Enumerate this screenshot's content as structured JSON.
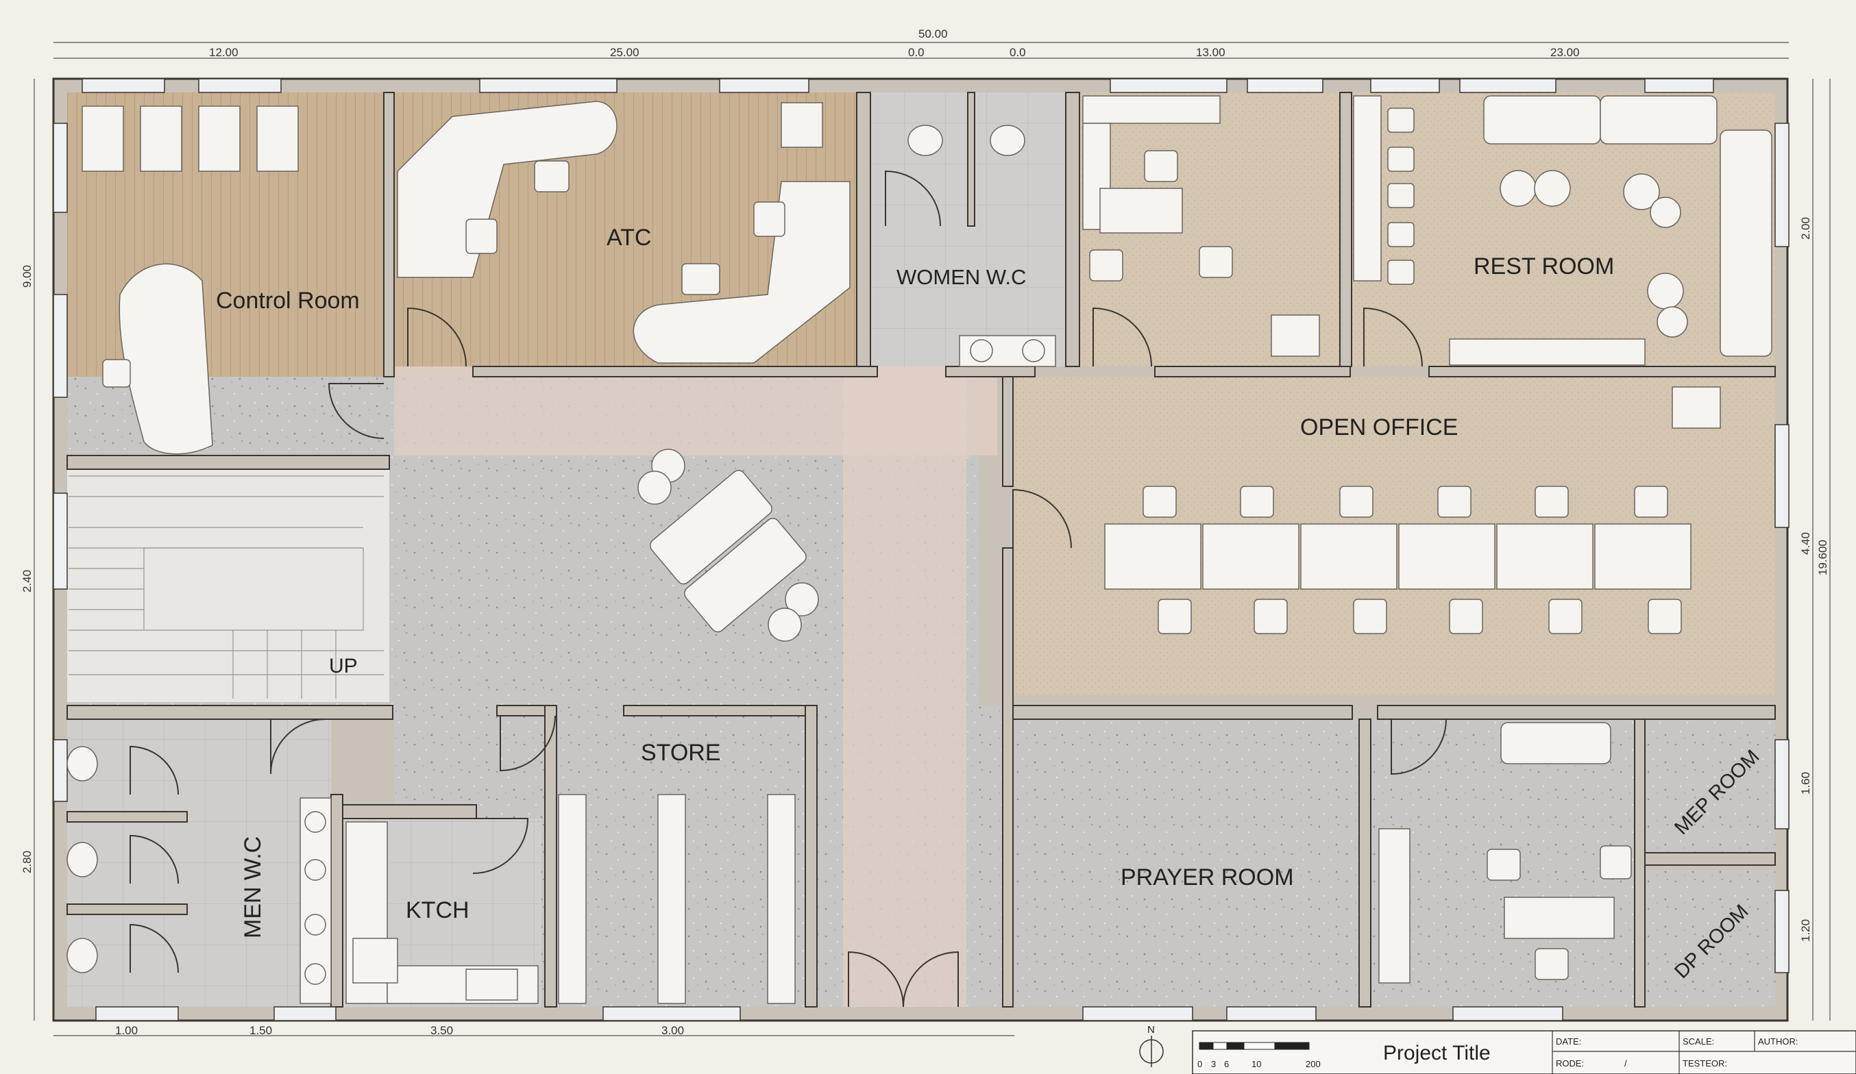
{
  "rooms": {
    "control_room": "Control Room",
    "atc": "ATC",
    "women_wc": "WOMEN W.C",
    "rest_room": "REST ROOM",
    "open_office": "OPEN OFFICE",
    "up": "UP",
    "store": "STORE",
    "men_wc": "MEN W.C",
    "ktch": "KTCH",
    "prayer_room": "PRAYER ROOM",
    "mep_room": "MEP ROOM",
    "dp_room": "DP ROOM"
  },
  "dimensions": {
    "top_total": "50.00",
    "top_segments": [
      "12.00",
      "25.00",
      "0.0",
      "0.0",
      "13.00",
      "23.00"
    ],
    "bottom_segments": [
      "1.00",
      "1.50",
      "3.50",
      "3.00"
    ],
    "left_segments": [
      "9.00",
      "2.40",
      "2.80"
    ],
    "right_segments": [
      "2.00",
      "4.40",
      "1.60",
      "1.20"
    ],
    "right_total": "19.600"
  },
  "title_block": {
    "north": "N",
    "scale_ticks": [
      "0",
      "3",
      "6",
      "10",
      "200"
    ],
    "project_title": "Project Title",
    "date_label": "DATE:",
    "scale_label": "SCALE:",
    "author_label": "AUTHOR:",
    "rode_label": "RODE:",
    "rode_value": "/",
    "testeor_label": "TESTEOR:"
  },
  "colors": {
    "wood_floor": "#c9b293",
    "tile_floor": "#cfcecd",
    "carpet_floor": "#d4c6b1",
    "terrazzo_floor": "#c7c6c4",
    "corridor": "#e2cfc5",
    "wall": "#c9c2b8",
    "wall_line": "#3a3530",
    "furniture": "#f6f4f0"
  }
}
